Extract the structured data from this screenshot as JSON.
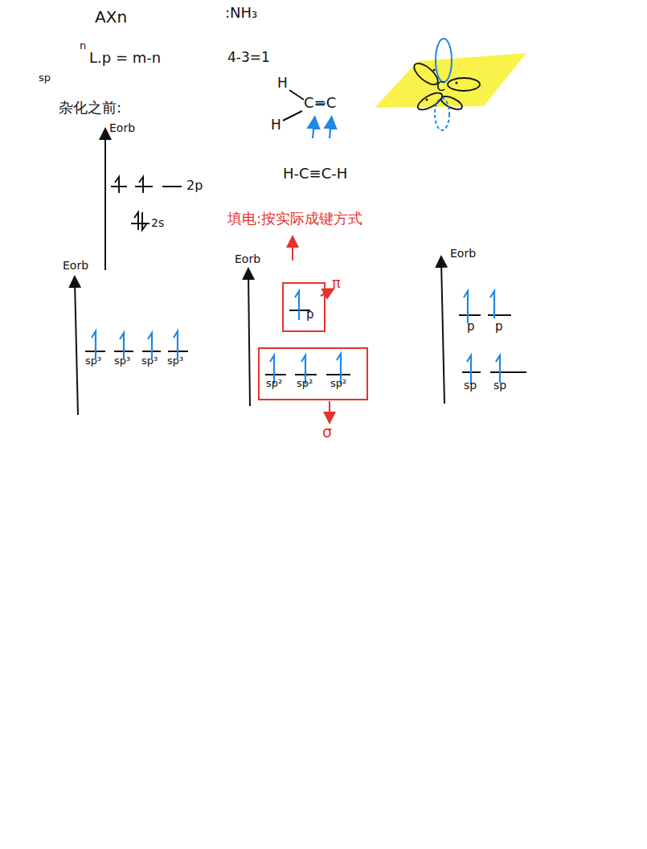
{
  "diagram": {
    "nodes": [
      {
        "text": [
          "p"
        ]
      },
      {
        "text": [
          "sp²",
          "sp²",
          "sp²"
        ]
      }
    ],
    "labels": [
      "AXn",
      ":NH₃",
      "n",
      "L.p = m-n",
      "4-3=1",
      "sp",
      "杂化之前:",
      "Eorb",
      "2p",
      "2s",
      "H",
      "H",
      "C=C",
      "H-C≡C-H",
      "填电:按实际成键方式",
      "Eorb",
      "π",
      "σ",
      "Eorb",
      "sp³",
      "sp³",
      "sp³",
      "sp³",
      "Eorb",
      "p",
      "p",
      "sp",
      "sp",
      "C"
    ]
  }
}
